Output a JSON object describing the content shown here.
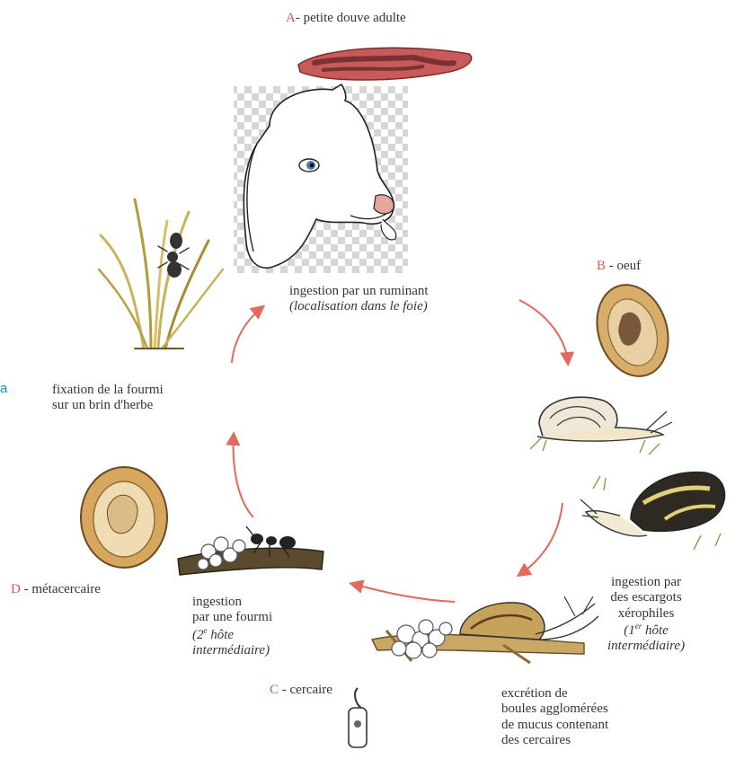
{
  "stray_char": "a",
  "stages": {
    "A": {
      "letter": "A",
      "text": "- petite douve adulte"
    },
    "B": {
      "letter": "B",
      "text": " - oeuf"
    },
    "C": {
      "letter": "C",
      "text": " - cercaire"
    },
    "D": {
      "letter": "D",
      "text": " - métacercaire"
    }
  },
  "captions": {
    "ruminant": {
      "line1": "ingestion par un ruminant",
      "line2": "(localisation dans le foie)"
    },
    "snails": {
      "line1": "ingestion par",
      "line2": "des escargots",
      "line3": "xérophiles",
      "line4": "(1",
      "line4_sup": "er",
      "line4_rest": " hôte",
      "line5": "intermédiaire)"
    },
    "excretion": {
      "line1": "excrétion de",
      "line2": "boules agglomérées",
      "line3": "de mucus contenant",
      "line4": "des cercaires"
    },
    "ant": {
      "line1": "ingestion",
      "line2": "par une fourmi",
      "line3": "(2",
      "line3_sup": "e",
      "line3_rest": " hôte",
      "line4": "intermédiaire)"
    },
    "grass": {
      "line1": "fixation de la fourmi",
      "line2": "sur un brin d'herbe"
    }
  },
  "colors": {
    "arrow": "#e06a5c",
    "text": "#3d3230",
    "letter": "#d9584a",
    "fluke": "#c85a5a"
  }
}
